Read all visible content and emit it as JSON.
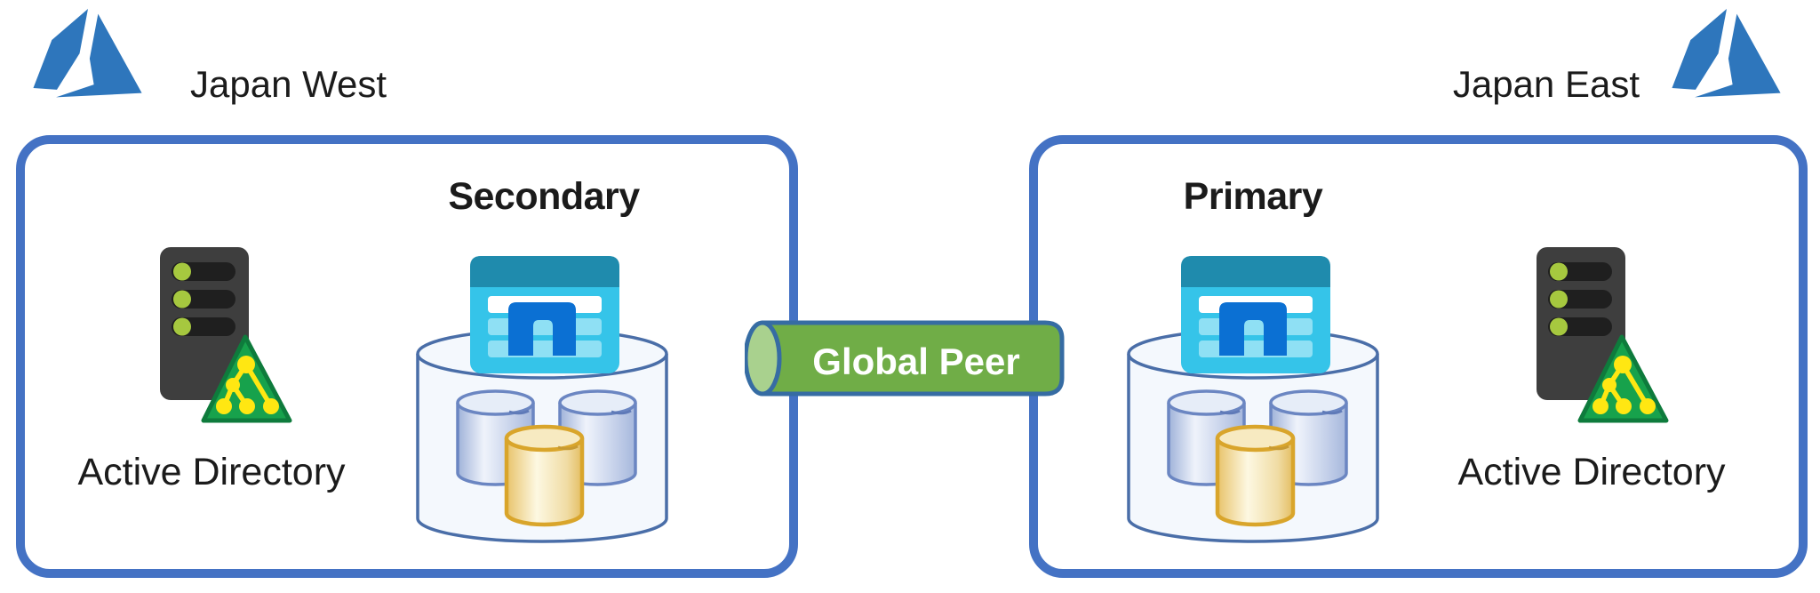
{
  "header": {
    "west": {
      "label": "Japan West",
      "logo_icon": "azure-logo"
    },
    "east": {
      "label": "Japan East",
      "logo_icon": "azure-logo"
    }
  },
  "regions": {
    "west": {
      "role": "Secondary",
      "directory_label": "Active Directory",
      "icons": [
        "active-directory-server-icon",
        "sql-elastic-pool-icon"
      ]
    },
    "east": {
      "role": "Primary",
      "directory_label": "Active Directory",
      "icons": [
        "sql-elastic-pool-icon",
        "active-directory-server-icon"
      ]
    }
  },
  "connector": {
    "label": "Global Peer",
    "shape": "horizontal-pipe-cylinder"
  },
  "colors": {
    "azure_logo_blue": "#2E76BC",
    "box_border_blue": "#4472C4",
    "text_black": "#1B1B1B",
    "pipe_green": "#70AD47",
    "pipe_end_light_green": "#A9D18E",
    "pipe_outline_blue": "#366CA3",
    "pool_cylinder_fill": "#F4F8FD",
    "pool_cylinder_outline": "#4A6EA8",
    "table_header_teal": "#1F8BAD",
    "table_body_cyan": "#35C4E9",
    "table_row_light_cyan": "#8FE0F4",
    "table_door_blue": "#0B70D3",
    "db_silver_outline": "#6B86C2",
    "db_gold_outline": "#D9A52B",
    "server_gray": "#3E3E3E",
    "server_slot_black": "#1F1F1F",
    "server_led_green": "#A6C83F",
    "ad_triangle_green": "#17A24C",
    "ad_triangle_border": "#0E7B3C",
    "ad_glyph_yellow": "#FFE712"
  }
}
